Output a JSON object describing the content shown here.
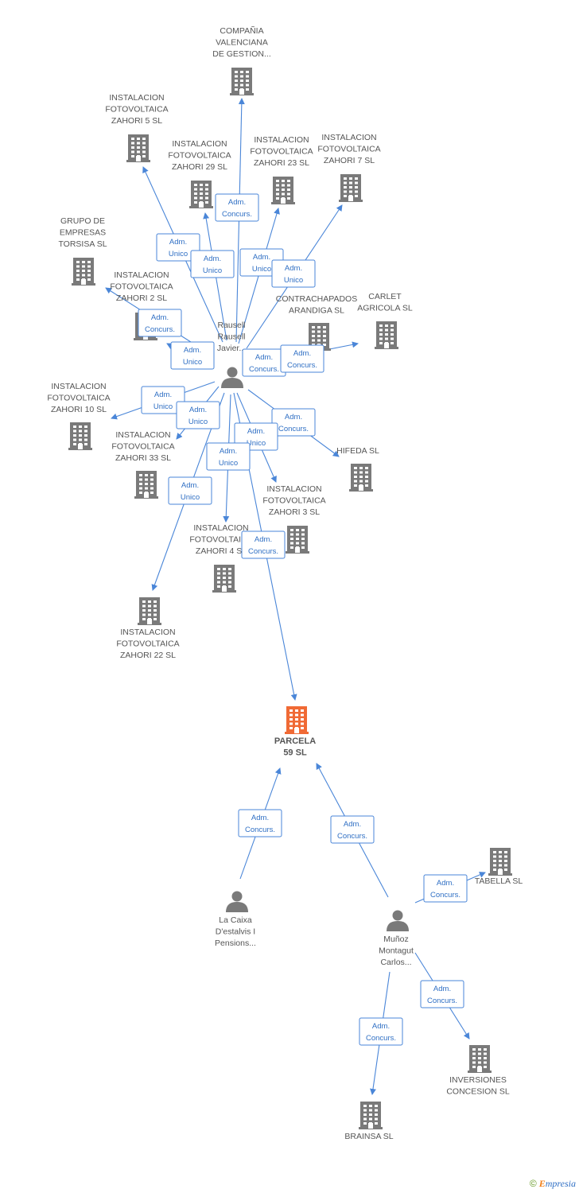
{
  "colors": {
    "company": "#7a7a7a",
    "main_company": "#f06a35",
    "person": "#7a7a7a",
    "edge": "#4a86d8"
  },
  "nodes": [
    {
      "id": "compania",
      "kind": "company",
      "lines": [
        "COMPAÑIA",
        "VALENCIANA",
        "DE GESTION..."
      ]
    },
    {
      "id": "zahori5",
      "kind": "company",
      "lines": [
        "INSTALACION",
        "FOTOVOLTAICA",
        "ZAHORI 5 SL"
      ]
    },
    {
      "id": "zahori29",
      "kind": "company",
      "lines": [
        "INSTALACION",
        "FOTOVOLTAICA",
        "ZAHORI 29 SL"
      ]
    },
    {
      "id": "zahori23",
      "kind": "company",
      "lines": [
        "INSTALACION",
        "FOTOVOLTAICA",
        "ZAHORI 23 SL"
      ]
    },
    {
      "id": "zahori7",
      "kind": "company",
      "lines": [
        "INSTALACION",
        "FOTOVOLTAICA",
        "ZAHORI 7 SL"
      ]
    },
    {
      "id": "torsisa",
      "kind": "company",
      "lines": [
        "GRUPO DE",
        "EMPRESAS",
        "TORSISA SL"
      ]
    },
    {
      "id": "zahori2",
      "kind": "company",
      "lines": [
        "INSTALACION",
        "FOTOVOLTAICA",
        "ZAHORI 2 SL"
      ]
    },
    {
      "id": "contrachapados",
      "kind": "company",
      "lines": [
        "CONTRACHAPADOS",
        "ARANDIGA SL"
      ]
    },
    {
      "id": "carlet",
      "kind": "company",
      "lines": [
        "CARLET",
        "AGRICOLA SL"
      ]
    },
    {
      "id": "rausell",
      "kind": "person",
      "lines": [
        "Rausell",
        "Rausell",
        "Javier..."
      ]
    },
    {
      "id": "zahori10",
      "kind": "company",
      "lines": [
        "INSTALACION",
        "FOTOVOLTAICA",
        "ZAHORI 10 SL"
      ]
    },
    {
      "id": "zahori33",
      "kind": "company",
      "lines": [
        "INSTALACION",
        "FOTOVOLTAICA",
        "ZAHORI 33 SL"
      ]
    },
    {
      "id": "hifeda",
      "kind": "company",
      "lines": [
        "HIFEDA SL"
      ]
    },
    {
      "id": "zahori3",
      "kind": "company",
      "lines": [
        "INSTALACION",
        "FOTOVOLTAICA",
        "ZAHORI 3 SL"
      ]
    },
    {
      "id": "zahori4",
      "kind": "company",
      "lines": [
        "INSTALACION",
        "FOTOVOLTAICA",
        "ZAHORI 4 SL"
      ]
    },
    {
      "id": "zahori22",
      "kind": "company",
      "lines": [
        "INSTALACION",
        "FOTOVOLTAICA",
        "ZAHORI 22 SL"
      ]
    },
    {
      "id": "parcela",
      "kind": "main",
      "lines": [
        "PARCELA",
        "59 SL"
      ]
    },
    {
      "id": "lacaixa",
      "kind": "person",
      "lines": [
        "La Caixa",
        "D'estalvis I",
        "Pensions..."
      ]
    },
    {
      "id": "tabella",
      "kind": "company",
      "lines": [
        "TABELLA SL"
      ]
    },
    {
      "id": "munoz",
      "kind": "person",
      "lines": [
        "Muñoz",
        "Montagut",
        "Carlos..."
      ]
    },
    {
      "id": "inversiones",
      "kind": "company",
      "lines": [
        "INVERSIONES",
        "CONCESION SL"
      ]
    },
    {
      "id": "brainsa",
      "kind": "company",
      "lines": [
        "BRAINSA SL"
      ]
    }
  ],
  "edges": [
    {
      "from": "rausell",
      "to": "compania",
      "role": [
        "Adm.",
        "Concurs."
      ]
    },
    {
      "from": "rausell",
      "to": "zahori5",
      "role": [
        "Adm.",
        "Unico"
      ]
    },
    {
      "from": "rausell",
      "to": "zahori29",
      "role": [
        "Adm.",
        "Unico"
      ]
    },
    {
      "from": "rausell",
      "to": "zahori23",
      "role": [
        "Adm.",
        "Unico"
      ]
    },
    {
      "from": "rausell",
      "to": "zahori7",
      "role": [
        "Adm.",
        "Unico"
      ]
    },
    {
      "from": "rausell",
      "to": "torsisa",
      "role": [
        "Adm.",
        "Concurs."
      ]
    },
    {
      "from": "rausell",
      "to": "zahori2",
      "role": [
        "Adm.",
        "Unico"
      ]
    },
    {
      "from": "rausell",
      "to": "contrachapados",
      "role": [
        "Adm.",
        "Concurs."
      ]
    },
    {
      "from": "rausell",
      "to": "carlet",
      "role": [
        "Adm.",
        "Concurs."
      ]
    },
    {
      "from": "rausell",
      "to": "zahori10",
      "role": [
        "Adm.",
        "Unico"
      ]
    },
    {
      "from": "rausell",
      "to": "zahori33",
      "role": [
        "Adm.",
        "Unico"
      ]
    },
    {
      "from": "rausell",
      "to": "hifeda",
      "role": [
        "Adm.",
        "Concurs."
      ]
    },
    {
      "from": "rausell",
      "to": "zahori3",
      "role": [
        "Adm.",
        "Unico"
      ]
    },
    {
      "from": "rausell",
      "to": "zahori4",
      "role": [
        "Adm.",
        "Unico"
      ]
    },
    {
      "from": "rausell",
      "to": "zahori22",
      "role": [
        "Adm.",
        "Unico"
      ]
    },
    {
      "from": "rausell",
      "to": "parcela",
      "role": [
        "Adm.",
        "Concurs."
      ]
    },
    {
      "from": "lacaixa",
      "to": "parcela",
      "role": [
        "Adm.",
        "Concurs."
      ]
    },
    {
      "from": "munoz",
      "to": "parcela",
      "role": [
        "Adm.",
        "Concurs."
      ]
    },
    {
      "from": "munoz",
      "to": "tabella",
      "role": [
        "Adm.",
        "Concurs."
      ]
    },
    {
      "from": "munoz",
      "to": "inversiones",
      "role": [
        "Adm.",
        "Concurs."
      ]
    },
    {
      "from": "munoz",
      "to": "brainsa",
      "role": [
        "Adm.",
        "Concurs."
      ]
    }
  ],
  "footer": {
    "copyright": "©",
    "brand_initial": "E",
    "brand_rest": "mpresia"
  }
}
